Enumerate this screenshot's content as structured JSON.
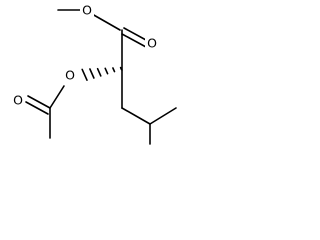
{
  "molecule": {
    "atoms": {
      "o_methoxy": "O",
      "o_carbonyl_ester": "O",
      "o_acetoxy": "O",
      "o_carbonyl_acetyl": "O"
    },
    "stereo_bond": "hashed-wedge",
    "colors": {
      "bond": "#000000",
      "label": "#000000",
      "background": "#ffffff"
    }
  }
}
